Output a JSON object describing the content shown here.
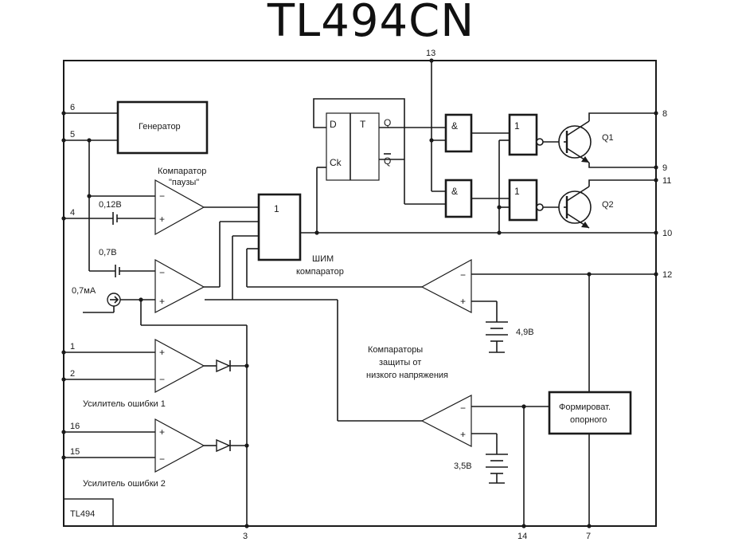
{
  "title": "TL494CN",
  "pins": {
    "p1": "1",
    "p2": "2",
    "p3": "3",
    "p4": "4",
    "p5": "5",
    "p6": "6",
    "p7": "7",
    "p8": "8",
    "p9": "9",
    "p10": "10",
    "p11": "11",
    "p12": "12",
    "p13": "13",
    "p14": "14",
    "p15": "15",
    "p16": "16"
  },
  "labels": {
    "generator": "Генератор",
    "pause_comp_1": "Компаратор",
    "pause_comp_2": "\"паузы\"",
    "v012": "0,12В",
    "v07": "0,7В",
    "i07": "0,7мА",
    "or_gate": "1",
    "pwm_1": "ШИМ",
    "pwm_2": "компаратор",
    "ff_d": "D",
    "ff_t": "T",
    "ff_q": "Q",
    "ff_ck": "Ck",
    "ff_qbar": "Q",
    "and1": "&",
    "and2": "&",
    "nor1": "1",
    "nor2": "1",
    "q1": "Q1",
    "q2": "Q2",
    "v49": "4,9В",
    "prot_1": "Компараторы",
    "prot_2": "защиты от",
    "prot_3": "низкого напряжения",
    "v35": "3,5В",
    "ref_1": "Формироват.",
    "ref_2": "опорного",
    "err1": "Усилитель ошибки 1",
    "err2": "Усилитель ошибки 2",
    "chip": "TL494",
    "minus": "−",
    "plus": "+"
  }
}
